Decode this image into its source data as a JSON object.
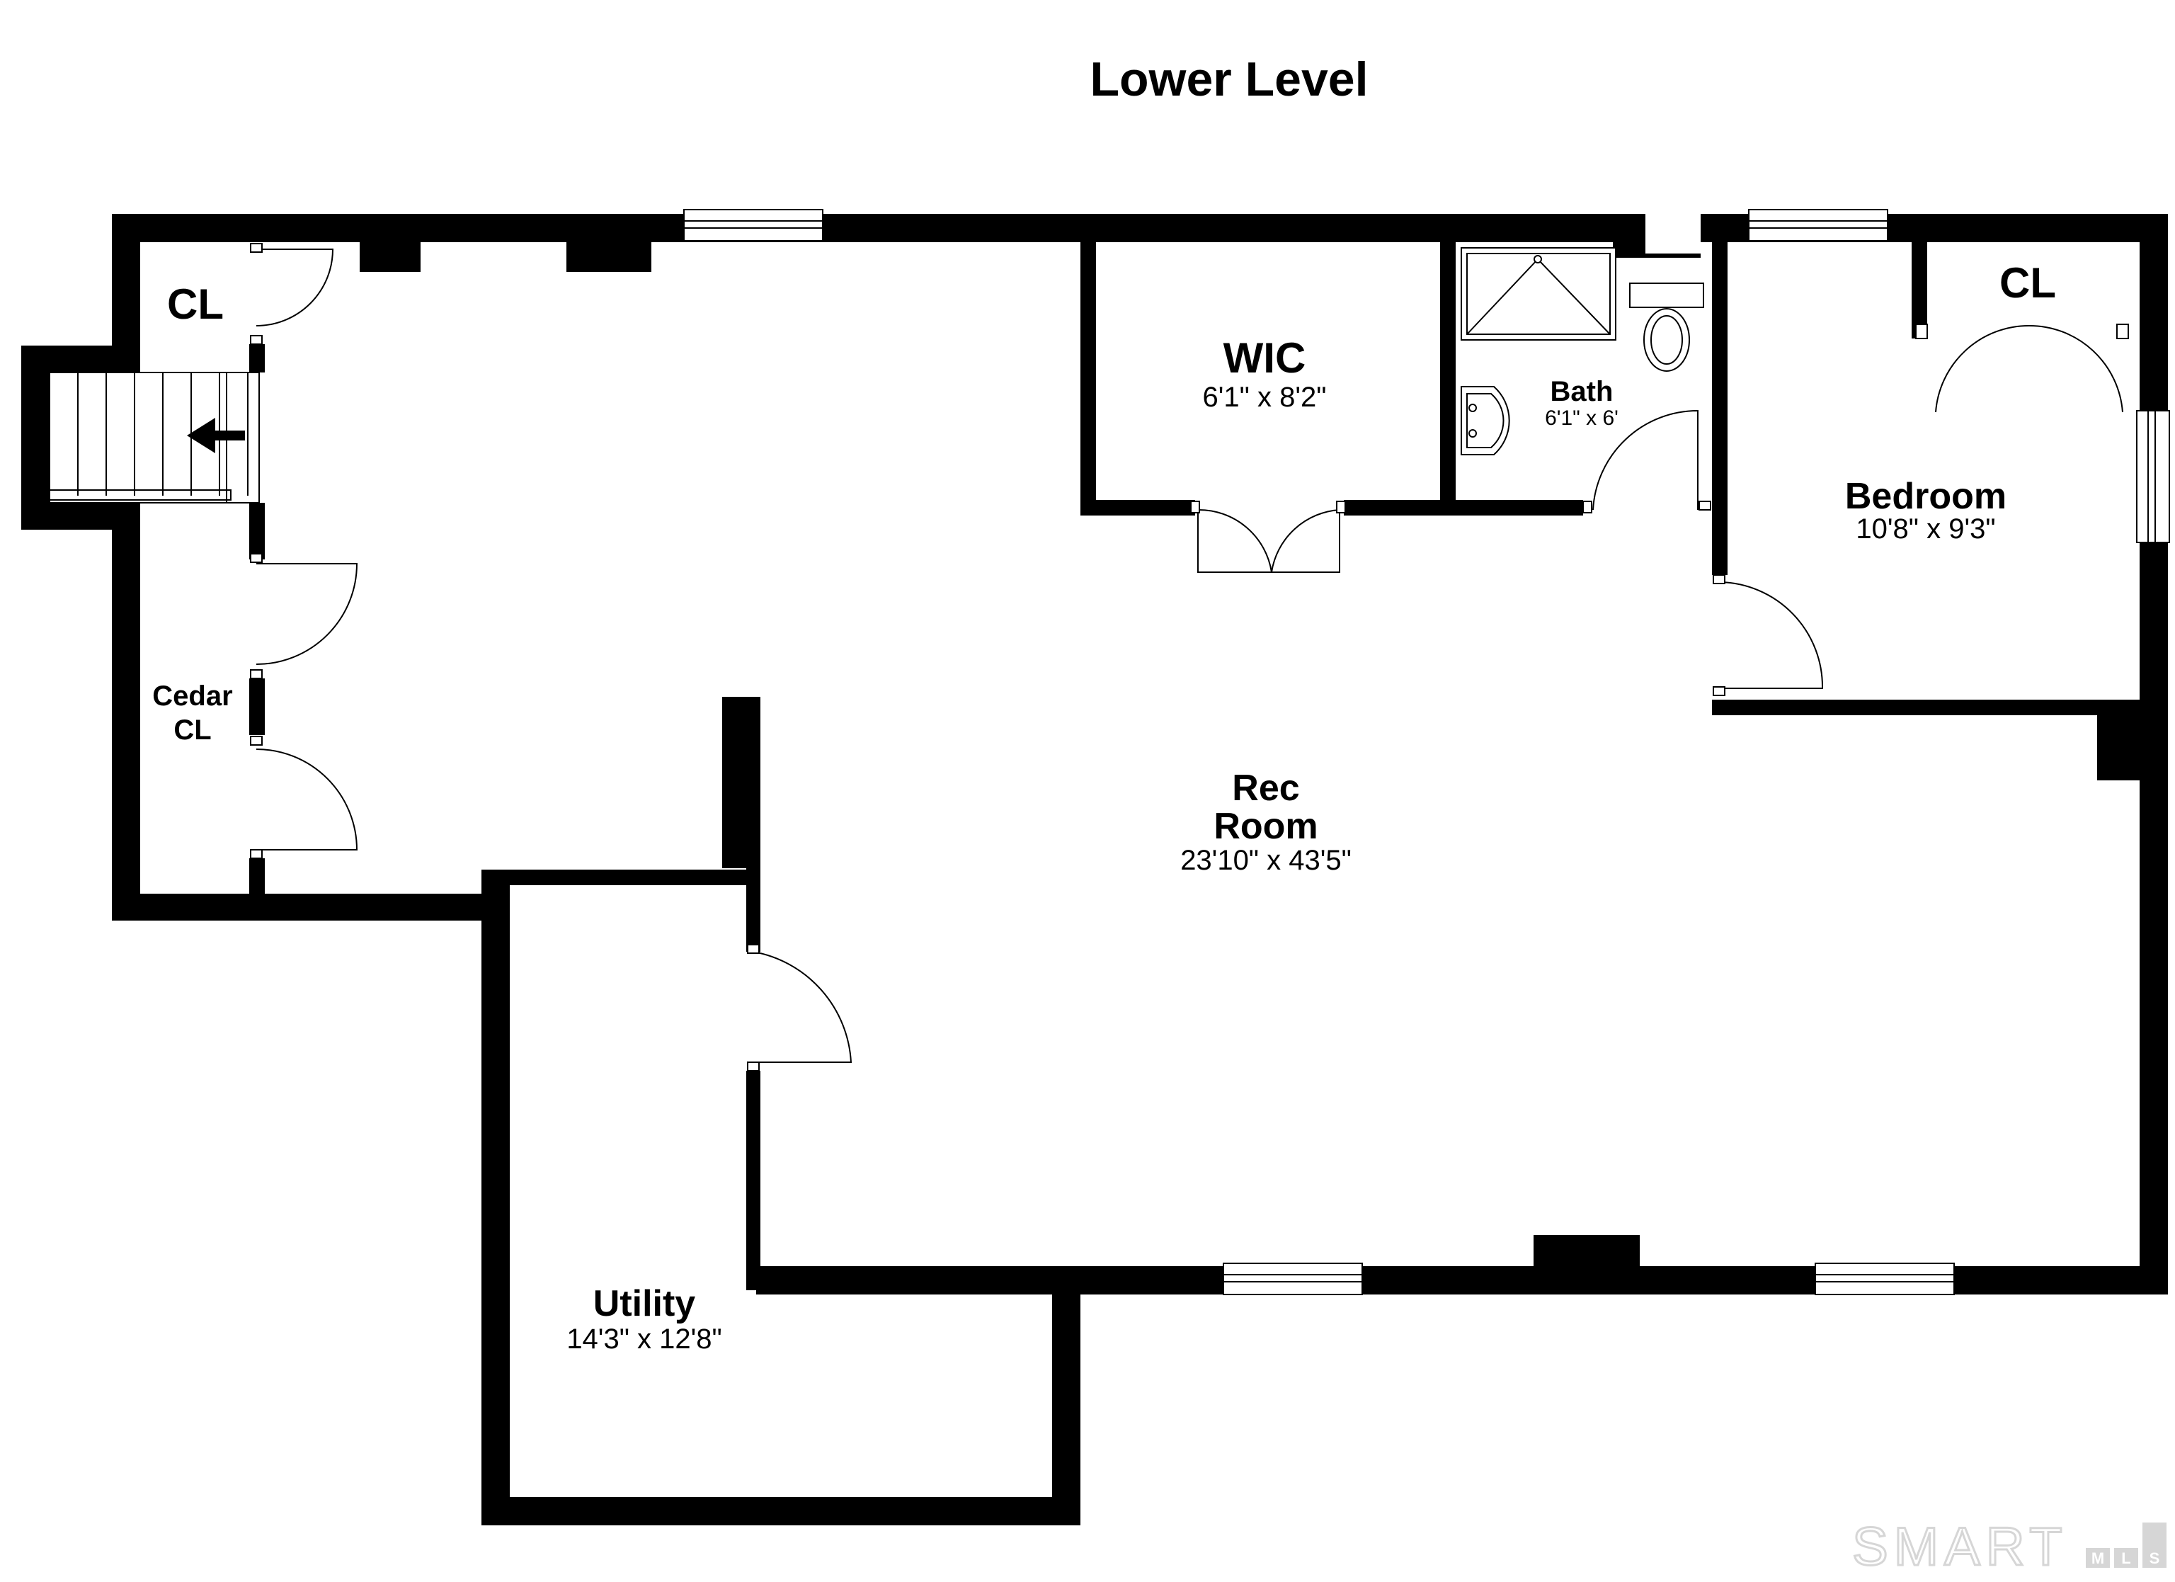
{
  "title": "Lower Level",
  "rooms": {
    "closet_top_left": {
      "name": "CL"
    },
    "cedar_closet": {
      "name_line1": "Cedar",
      "name_line2": "CL"
    },
    "wic": {
      "name": "WIC",
      "dims": "6'1\" x 8'2\""
    },
    "bath": {
      "name": "Bath",
      "dims": "6'1\" x 6'"
    },
    "closet_bedroom": {
      "name": "CL"
    },
    "bedroom": {
      "name": "Bedroom",
      "dims": "10'8\" x 9'3\""
    },
    "rec_room": {
      "name_line1": "Rec",
      "name_line2": "Room",
      "dims": "23'10\" x 43'5\""
    },
    "utility": {
      "name": "Utility",
      "dims": "14'3\" x 12'8\""
    }
  },
  "watermark": {
    "text": "SMART",
    "box_letters": [
      "M",
      "L",
      "S"
    ]
  },
  "colors": {
    "wall": "#000000",
    "background": "#ffffff",
    "watermark": "#d6d6d6"
  }
}
